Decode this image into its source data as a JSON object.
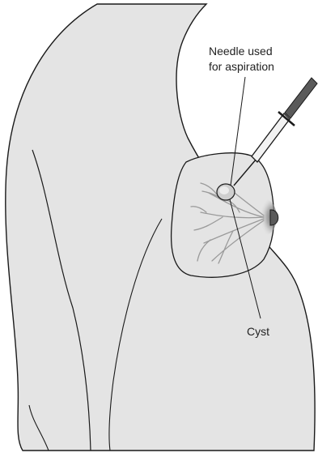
{
  "labels": {
    "needle_line1": "Needle used",
    "needle_line2": "for aspiration",
    "cyst": "Cyst"
  },
  "colors": {
    "skin_fill": "#e4e4e4",
    "outline": "#1a1a1a",
    "ducts": "#9a9a9a",
    "syringe_barrel": "#f2f2f2",
    "syringe_plunger": "#5a5a5a",
    "nipple_shadow": "#6b6b6b"
  }
}
